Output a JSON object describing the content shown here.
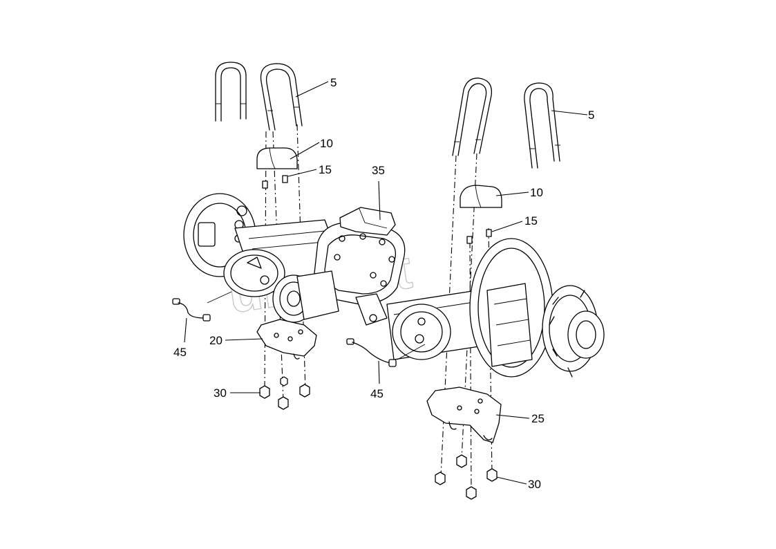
{
  "callouts": {
    "c5_left": "5",
    "c5_right": "5",
    "c10_left": "10",
    "c10_right": "10",
    "c15_left": "15",
    "c15_right": "15",
    "c20": "20",
    "c25": "25",
    "c30_left": "30",
    "c30_right": "30",
    "c35": "35",
    "c45_left": "45",
    "c45_center": "45"
  },
  "watermark": "unisoft"
}
